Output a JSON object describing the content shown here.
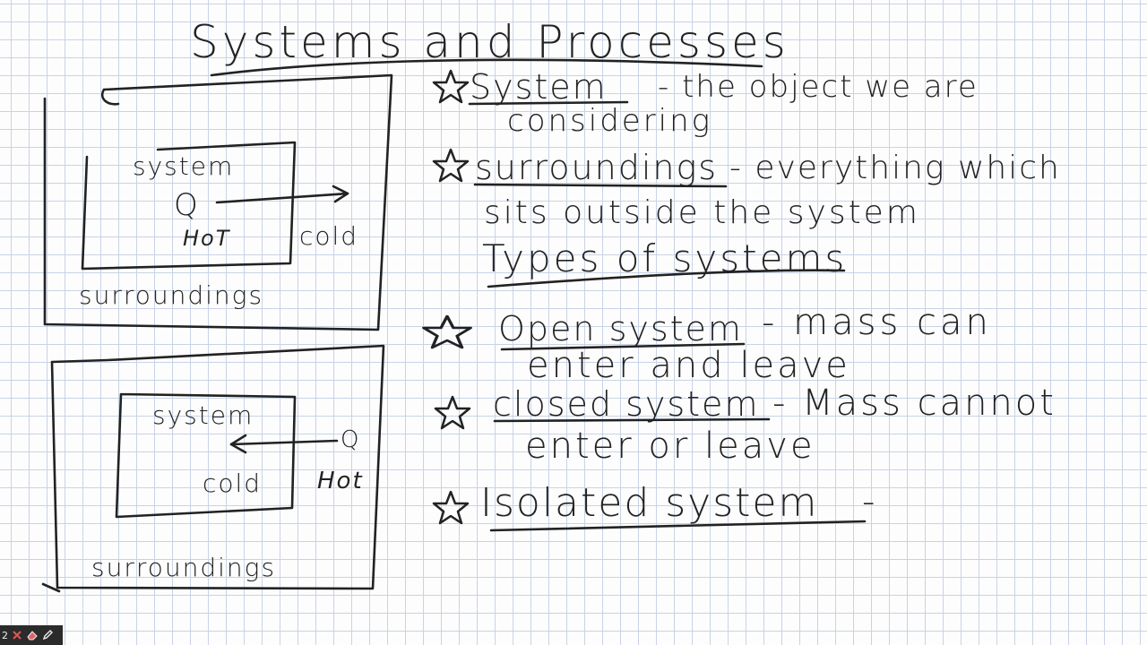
{
  "title": "Systems and Processes",
  "diagram1": {
    "system_label": "system",
    "heat_label": "Q",
    "hot_label": "HoT",
    "cold_label": "cold",
    "surroundings_label": "surroundings"
  },
  "diagram2": {
    "system_label": "system",
    "heat_label": "Q",
    "cold_label": "cold",
    "hot_label": "Hot",
    "surroundings_label": "surroundings"
  },
  "notes": {
    "system_term": "System",
    "system_def_1": "- the object we are",
    "system_def_2": "considering",
    "surroundings_term": "surroundings",
    "surroundings_def_1": "- everything which",
    "surroundings_def_2": "sits outside the system",
    "types_heading": "Types of systems",
    "open_term": "Open system",
    "open_def_1": "- mass can",
    "open_def_2": "enter and leave",
    "closed_term": "closed system",
    "closed_def_1": "- Mass cannot",
    "closed_def_2": "enter or leave",
    "isolated_term": "Isolated system",
    "isolated_def_1": "-"
  },
  "toolbar": {
    "number": "2"
  },
  "colors": {
    "ink": "#222222",
    "grid": "#c9d3e6",
    "paper": "#fdfdfd",
    "toolbar": "#2b2b2b"
  }
}
